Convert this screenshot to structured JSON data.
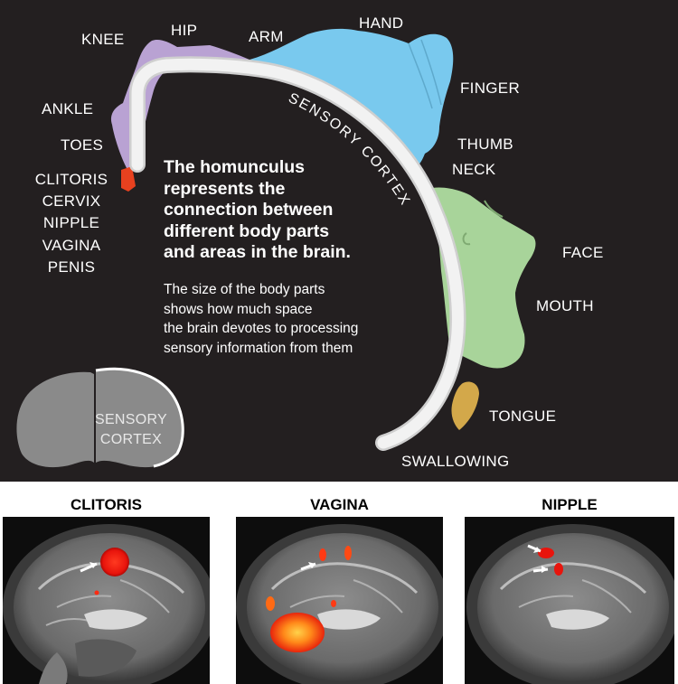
{
  "headline": {
    "lines": [
      "The homunculus",
      "represents the",
      "connection between",
      "different body parts",
      "and areas in the brain."
    ]
  },
  "subtext": {
    "lines": [
      "The size of the body parts",
      "shows how much space",
      "the brain devotes to processing",
      "sensory information from them"
    ]
  },
  "arc_label": "SENSORY CORTEX",
  "brain_label": [
    "SENSORY",
    "CORTEX"
  ],
  "body_labels": {
    "knee": "KNEE",
    "hip": "HIP",
    "arm": "ARM",
    "hand": "HAND",
    "finger": "FINGER",
    "ankle": "ANKLE",
    "toes": "TOES",
    "thumb": "THUMB",
    "neck": "NECK",
    "clitoris": "CLITORIS",
    "cervix": "CERVIX",
    "nipple": "NIPPLE",
    "vagina": "VAGINA",
    "penis": "PENIS",
    "face": "FACE",
    "mouth": "MOUTH",
    "tongue": "TONGUE",
    "swallowing": "SWALLOWING"
  },
  "scans": [
    {
      "title": "CLITORIS"
    },
    {
      "title": "VAGINA"
    },
    {
      "title": "NIPPLE"
    }
  ],
  "colors": {
    "panel_bg": "#231f20",
    "legs": "#b9a2d3",
    "arm_hand": "#79c9ee",
    "face": "#a8d49a",
    "tongue": "#d3a84a",
    "genitals": "#e8411f",
    "cortex_arc": "#ececec",
    "brain": "#8a8a8a",
    "activation": "#ff2a10"
  }
}
